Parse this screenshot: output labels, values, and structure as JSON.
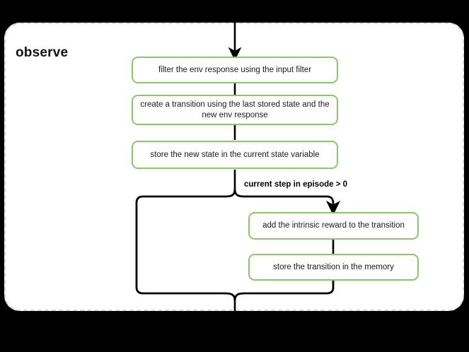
{
  "diagram": {
    "type": "flowchart",
    "title": "observe",
    "background_color": "#000000",
    "scope_fill": "#ffffff",
    "scope_border_color": "#d9d9d9",
    "node_border_color": "#8cc76a",
    "node_fill": "#ffffff",
    "edge_color": "#000000",
    "nodes": [
      {
        "id": "n1",
        "label": "filter the env response using the input filter"
      },
      {
        "id": "n2",
        "label": "create a transition using the last stored state and the new env response"
      },
      {
        "id": "n3",
        "label": "store the new state in the current state variable"
      },
      {
        "id": "n4",
        "label": "add the intrinsic reward to the transition"
      },
      {
        "id": "n5",
        "label": "store the transition in the memory"
      }
    ],
    "edge_labels": [
      {
        "id": "e-cond",
        "label": "current step in episode > 0"
      }
    ]
  }
}
